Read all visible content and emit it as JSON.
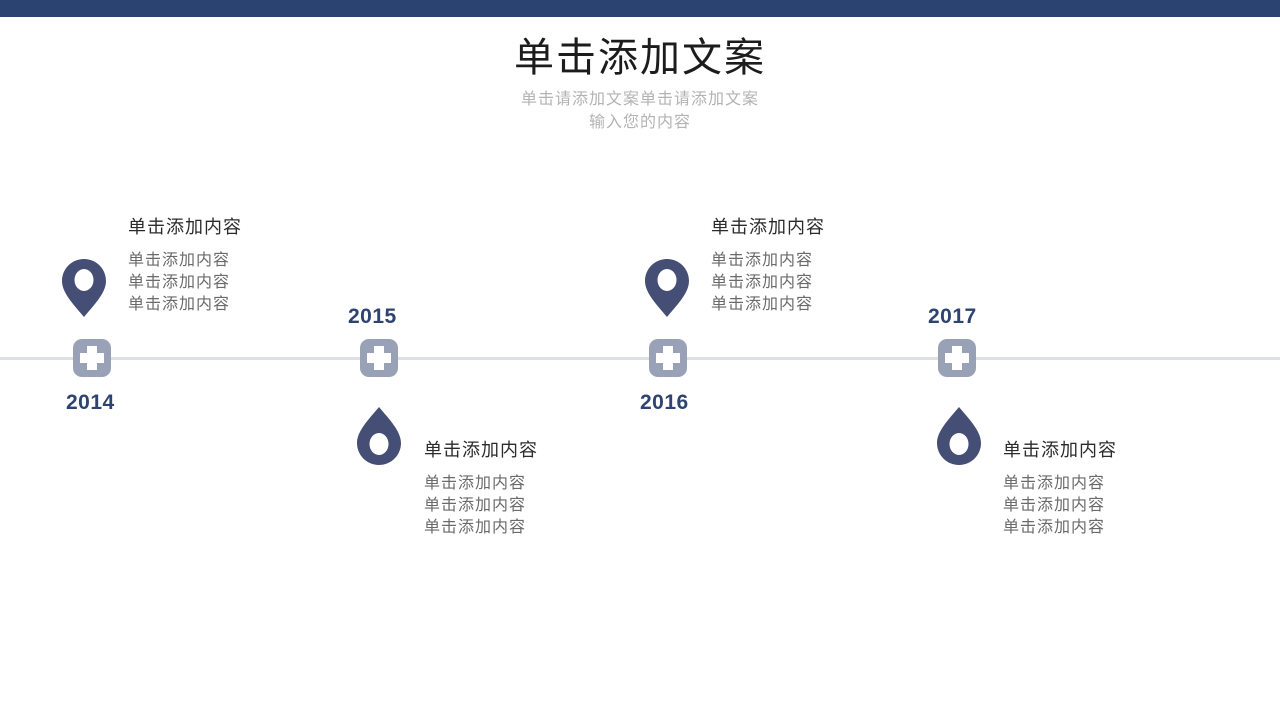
{
  "theme": {
    "accent_bar_color": "#2a4371",
    "marker_color": "#454f75",
    "node_color": "#99a1b7",
    "axis_color": "#dddfe5",
    "year_color": "#2e4370",
    "heading_color": "#2b2b2b",
    "body_color": "#6a6a6a",
    "subtitle_color": "#b3b3b3",
    "background_color": "#ffffff"
  },
  "header": {
    "title": "单击添加文案",
    "subtitle_line1": "单击请添加文案单击请添加文案",
    "subtitle_line2": "输入您的内容"
  },
  "timeline": {
    "milestones": [
      {
        "year": "2014",
        "position": "above",
        "marker_icon": "map-pin-icon",
        "node_icon": "cross-node-icon",
        "heading": "单击添加内容",
        "body": [
          "单击添加内容",
          "单击添加内容",
          "单击添加内容"
        ]
      },
      {
        "year": "2015",
        "position": "below",
        "marker_icon": "inverted-pin-icon",
        "node_icon": "cross-node-icon",
        "heading": "单击添加内容",
        "body": [
          "单击添加内容",
          "单击添加内容",
          "单击添加内容"
        ]
      },
      {
        "year": "2016",
        "position": "above",
        "marker_icon": "map-pin-icon",
        "node_icon": "cross-node-icon",
        "heading": "单击添加内容",
        "body": [
          "单击添加内容",
          "单击添加内容",
          "单击添加内容"
        ]
      },
      {
        "year": "2017",
        "position": "below",
        "marker_icon": "inverted-pin-icon",
        "node_icon": "cross-node-icon",
        "heading": "单击添加内容",
        "body": [
          "单击添加内容",
          "单击添加内容",
          "单击添加内容"
        ]
      }
    ]
  }
}
